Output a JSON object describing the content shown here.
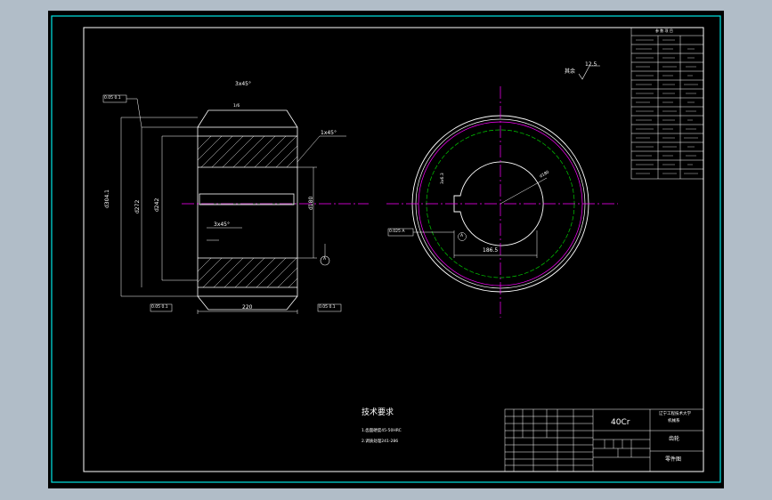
{
  "drawing": {
    "colors": {
      "background": "#b1bdc8",
      "canvas": "#000000",
      "frame": "#00e5e5",
      "geometry": "#ffffff",
      "centerline": "#ff00ff",
      "pitch_circle": "#00cc00"
    },
    "front_view": {
      "top_chamfer": "3x45°",
      "right_chamfer": "1x45°",
      "inner_chamfer": "3x45°",
      "dia_outer": "d304.1",
      "dia_root": "d272",
      "dia_hub": "d242",
      "dia_bore": "d180",
      "width": "220",
      "top_mark": "1/6",
      "flag_top_left": "0.05 0.1",
      "flag_bottom_left": "0.05 0.1",
      "flag_bottom_right": "0.05 0.1",
      "datum": "A"
    },
    "side_view": {
      "keyway_width": "186.5",
      "keyway_depth": "3x6.3",
      "bore_label": "d180",
      "tolerance_flag": "0.025 A",
      "datum": "A"
    },
    "roughness_note": {
      "label": "其余",
      "value": "12.5"
    },
    "technical_requirements": {
      "title": "技术要求",
      "items": [
        "1.齿面硬度45-50HRC",
        "2.调质处理241-286"
      ]
    },
    "title_block": {
      "material": "40Cr",
      "school": "辽宁工程技术大学",
      "school_sub": "机械系",
      "part_name": "齿轮",
      "drawing_no": "零件图"
    },
    "parameter_table": {
      "header": "参 数 项 目"
    }
  }
}
